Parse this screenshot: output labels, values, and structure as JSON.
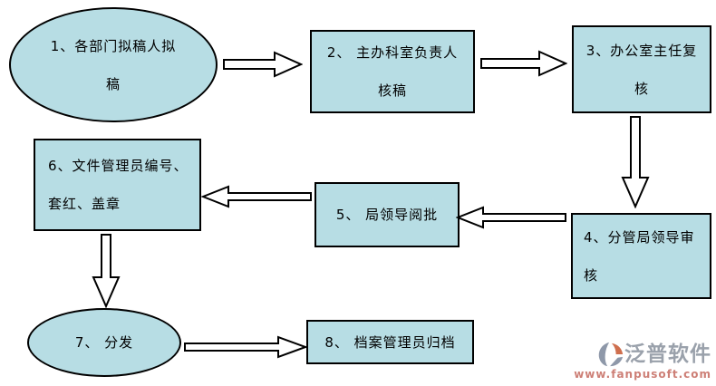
{
  "diagram": {
    "title": "document-dispatch-flowchart",
    "nodes": {
      "n1": {
        "shape": "ellipse",
        "lines": [
          "1、各部门拟稿人拟",
          "稿"
        ]
      },
      "n2": {
        "shape": "rect",
        "lines": [
          "2、 主办科室负责人",
          "核稿"
        ]
      },
      "n3": {
        "shape": "rect",
        "lines": [
          "3、办公室主任复",
          "核"
        ]
      },
      "n4": {
        "shape": "rect",
        "lines": [
          "4、分管局领导审",
          "核"
        ]
      },
      "n5": {
        "shape": "rect",
        "lines": [
          "5、 局领导阅批"
        ]
      },
      "n6": {
        "shape": "rect",
        "lines": [
          "6、文件管理员编号、",
          "套红、盖章"
        ]
      },
      "n7": {
        "shape": "ellipse",
        "lines": [
          "7、 分发"
        ]
      },
      "n8": {
        "shape": "rect",
        "lines": [
          "8、 档案管理员归档"
        ]
      }
    },
    "edges": [
      {
        "from": "n1",
        "to": "n2",
        "direction": "right"
      },
      {
        "from": "n2",
        "to": "n3",
        "direction": "right"
      },
      {
        "from": "n3",
        "to": "n4",
        "direction": "down"
      },
      {
        "from": "n4",
        "to": "n5",
        "direction": "left"
      },
      {
        "from": "n5",
        "to": "n6",
        "direction": "left"
      },
      {
        "from": "n6",
        "to": "n7",
        "direction": "down"
      },
      {
        "from": "n7",
        "to": "n8",
        "direction": "right"
      }
    ]
  },
  "watermark": {
    "brand": "泛普软件",
    "url": "www.fanpusoft.com"
  },
  "colors": {
    "node_fill": "#b7dde4",
    "node_border": "#000000",
    "arrow_fill": "#ffffff",
    "watermark_brand": "#9aa1ab",
    "watermark_url": "#cd7f76"
  }
}
